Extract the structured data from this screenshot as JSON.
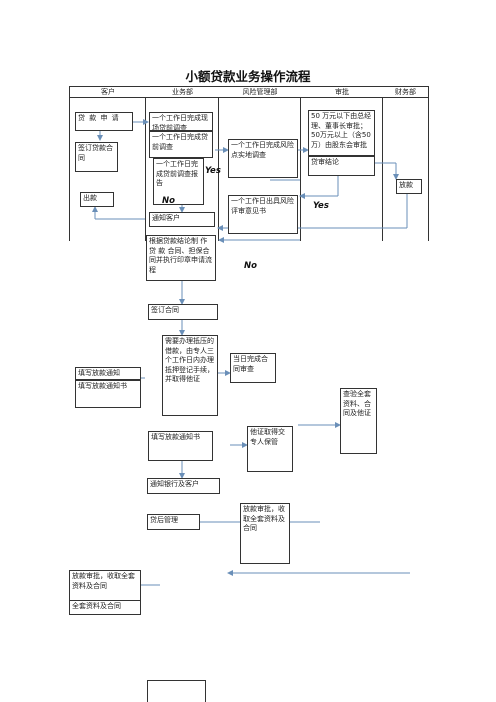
{
  "title": "小额贷款业务操作流程",
  "columns": [
    "客户",
    "业务部",
    "风险管理部",
    "审批",
    "财务部"
  ],
  "boxes": {
    "apply": "贷 款 申 请",
    "sign_customer": "签订贷款合同",
    "payout_customer": "出款",
    "b1": "一个工作日完成现场贷前调查",
    "b2": "一个工作日完成贷前调查",
    "b3": "一个工作日完成贷前调查报告",
    "notify_customer": "通知客户",
    "procedure": "根据贷款结论制 作 贷 款 合同、担保合同并执行印章申请流程",
    "r1": "一个工作日完成风险点实地调查",
    "r2": "一个工作日出具风险评审意见书",
    "approval_rule": "50 万元以下由总经理、董事长审批；50万元以上（含50万）由股东会审批",
    "approval_result": "贷审结论",
    "finance_payout": "放款",
    "sign_contract": "签订合同",
    "collateral": "需要办理抵压的借款，由专人三个工作日内办理抵押登记手续，并取得他证",
    "same_day": "当日完成合同审查",
    "fill_notice_a": "填写放款通知",
    "fill_notice_b": "填写放款通知书",
    "fill_notice_c": "填写放款通知书",
    "other_cert": "他证取得交专人保管",
    "check_all": "查验全套资料、合同及他证",
    "notify_bank": "通知银行及客户",
    "post_loan": "贷后管理",
    "payout_approval": "放款审批，收取全套资料及合同",
    "collect_docs": "放款审批，收取全套资料及合同",
    "bottom_text": "全套资料及合同"
  },
  "labels": {
    "yes1": "Yes",
    "no1": "No",
    "yes2": "Yes",
    "no2": "No"
  }
}
